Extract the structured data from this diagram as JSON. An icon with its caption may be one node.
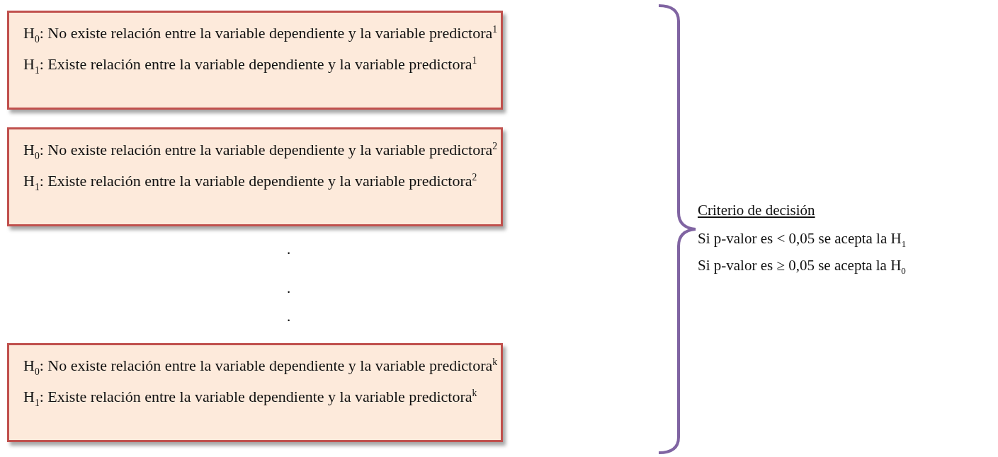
{
  "diagram": {
    "nodes": [
      {
        "text": [
          "H$_{0}$: No existe relación entre la variable dependiente y la variable predictora$^{1}$",
          "H$_{1}$: Existe relación entre la variable dependiente y la variable predictora$^{1}$"
        ]
      },
      {
        "text": [
          "H$_{0}$: No existe relación entre la variable dependiente y la variable predictora$^{2}$",
          "H$_{1}$: Existe relación entre la variable dependiente y la variable predictora$^{2}$"
        ]
      },
      {
        "text": [
          "H$_{0}$: No existe relación entre la variable dependiente y la variable predictora$^{k}$",
          "H$_{1}$: Existe relación entre la variable dependiente y la variable predictora$^{k}$"
        ]
      }
    ],
    "edges": [],
    "labels": [
      ".",
      ".",
      ".",
      "Criterio de decisión",
      "Si p-valor es < 0,05 se acepta la H$_{1}$",
      "Si p-valor es ≥ 0,05 se acepta la H$_{0}$"
    ]
  }
}
